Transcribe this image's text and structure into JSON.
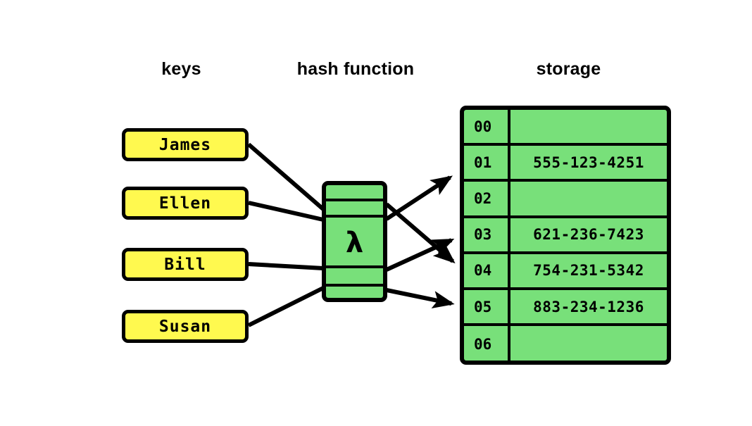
{
  "headings": {
    "keys": "keys",
    "hash_function": "hash function",
    "storage": "storage"
  },
  "keys": [
    {
      "label": "James"
    },
    {
      "label": "Ellen"
    },
    {
      "label": "Bill"
    },
    {
      "label": "Susan"
    }
  ],
  "hash_function": {
    "symbol": "λ"
  },
  "storage": {
    "rows": [
      {
        "index": "00",
        "value": ""
      },
      {
        "index": "01",
        "value": "555-123-4251"
      },
      {
        "index": "02",
        "value": ""
      },
      {
        "index": "03",
        "value": "621-236-7423"
      },
      {
        "index": "04",
        "value": "754-231-5342"
      },
      {
        "index": "05",
        "value": "883-234-1236"
      },
      {
        "index": "06",
        "value": ""
      }
    ]
  },
  "colors": {
    "key_fill": "#FFF94F",
    "green_fill": "#78E07A",
    "stroke": "#000000",
    "background": "#FFFFFF"
  },
  "connections": {
    "inputs": [
      {
        "from": "James",
        "to_band": 1
      },
      {
        "from": "Ellen",
        "to_band": 2
      },
      {
        "from": "Bill",
        "to_band": 3
      },
      {
        "from": "Susan",
        "to_band": 4
      }
    ],
    "outputs": [
      {
        "from_band": 1,
        "to_row": "03"
      },
      {
        "from_band": 2,
        "to_row": "01"
      },
      {
        "from_band": 3,
        "to_row": "04"
      },
      {
        "from_band": 4,
        "to_row": "05"
      }
    ]
  }
}
